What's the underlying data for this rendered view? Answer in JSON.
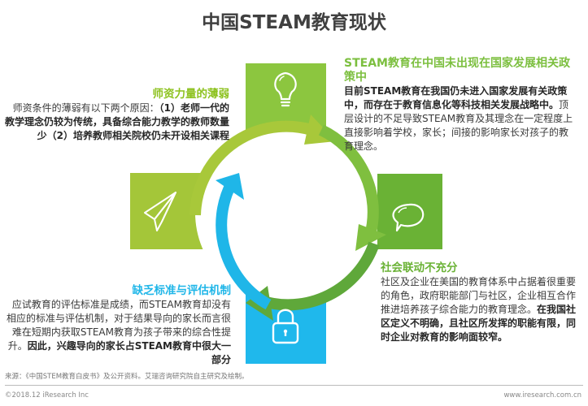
{
  "title": "中国STEAM教育现状",
  "colors": {
    "top_green": "#8cc63f",
    "left_lime": "#a4c639",
    "right_green": "#6ab235",
    "bottom_blue": "#1fb8ec",
    "arrow_lime": "#a8c83a",
    "arrow_green_mid": "#7fbf3f",
    "arrow_green_dark": "#5fa83a",
    "arrow_blue": "#1fb6e8"
  },
  "quadrants": {
    "top": {
      "icon": "lightbulb-icon"
    },
    "left": {
      "icon": "paper-plane-icon"
    },
    "right": {
      "icon": "speech-bubble-icon"
    },
    "bottom": {
      "icon": "padlock-icon"
    }
  },
  "blocks": {
    "top_left": {
      "heading": "师资力量的薄弱",
      "body_normal": "师资条件的薄弱有以下两个原因：",
      "body_bold": "（1）老师一代的教学理念仍较为传统，具备综合能力教学的教师数量少（2）培养教师相关院校仍未开设相关课程"
    },
    "top_right": {
      "heading": "STEAM教育在中国未出现在国家发展相关政策中",
      "body_bold": "目前STEAM教育在我国仍未进入国家发展有关政策中，而存在于教育信息化等科技相关发展战略中。",
      "body_normal": "顶层设计的不足导致STEAM教育及其理念在一定程度上直接影响着学校，家长；间接的影响家长对孩子的教育理念。"
    },
    "bottom_right": {
      "heading": "社会联动不充分",
      "body_normal": "社区及企业在美国的教育体系中占据着很重要的角色，政府职能部门与社区，企业相互合作推进培养孩子综合能力的教育理念。",
      "body_bold": "在我国社区定义不明确，且社区所发挥的职能有限，同时企业对教育的影响面较窄。"
    },
    "bottom_left": {
      "heading": "缺乏标准与评估机制",
      "body_normal": "应试教育的评估标准是成绩，而STEAM教育却没有相应的标准与评估机制，对于结果导向的家长而言很难在短期内获取STEAM教育为孩子带来的综合性提升。",
      "body_bold": "因此，兴趣导向的家长占STEAM教育中很大一部分"
    }
  },
  "footer": {
    "source": "来源：《中国STEM教育白皮书》及公开资料。艾瑞咨询研究院自主研究及绘制。",
    "copyright": "©2018.12 iResearch Inc",
    "url": "www.iresearch.com.cn"
  }
}
